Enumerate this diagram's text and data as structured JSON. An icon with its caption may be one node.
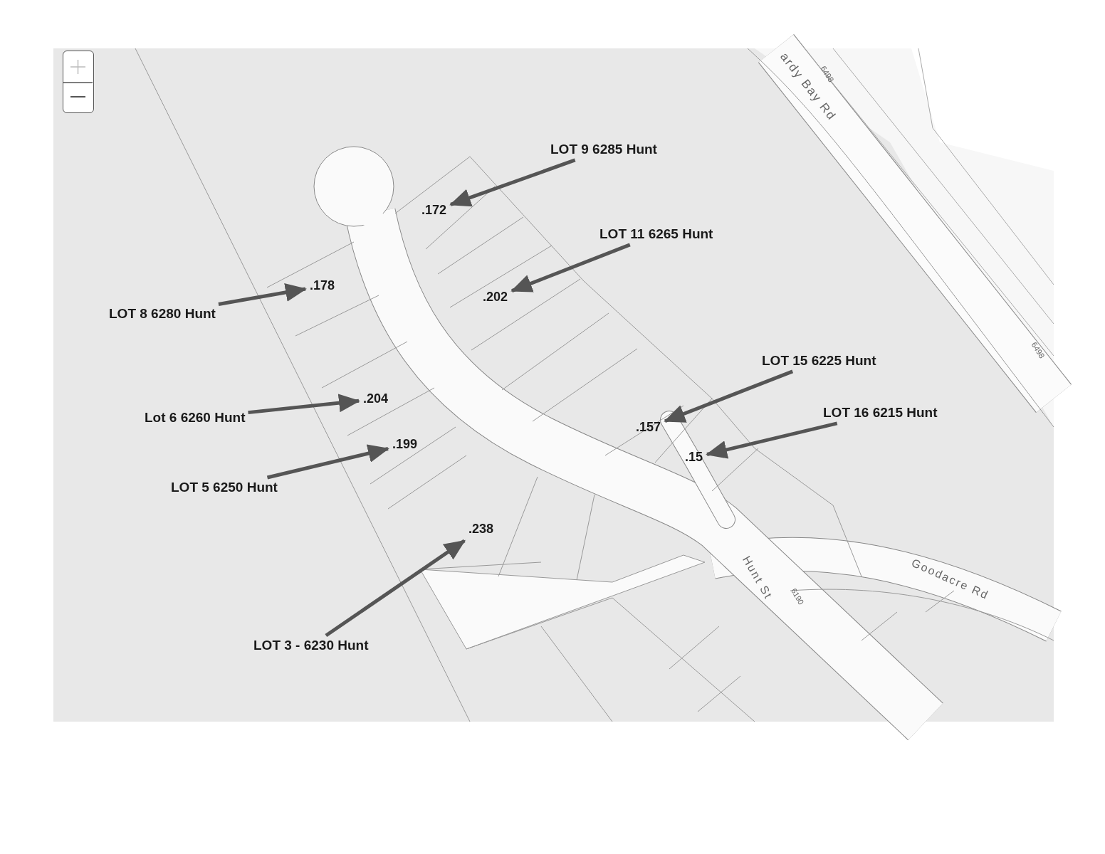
{
  "diagram": {
    "nodes": [
      {
        "text": [
          "LOT 9 6285 Hunt"
        ]
      },
      {
        "text": [
          ".172"
        ]
      },
      {
        "text": [
          "LOT 11 6265 Hunt"
        ]
      },
      {
        "text": [
          ".178"
        ]
      },
      {
        "text": [
          ".202"
        ]
      },
      {
        "text": [
          "LOT 8 6280 Hunt"
        ]
      },
      {
        "text": [
          "LOT 15 6225 Hunt"
        ]
      },
      {
        "text": [
          ".204"
        ]
      },
      {
        "text": [
          "LOT 16 6215 Hunt"
        ]
      },
      {
        "text": [
          "Lot 6 6260 Hunt"
        ]
      },
      {
        "text": [
          ".157"
        ]
      },
      {
        "text": [
          ".199"
        ]
      },
      {
        "text": [
          ".15"
        ]
      },
      {
        "text": [
          "LOT 5 6250 Hunt"
        ]
      },
      {
        "text": [
          ".238"
        ]
      },
      {
        "text": [
          "LOT 3 - 6230 Hunt"
        ]
      }
    ],
    "edges": [
      {
        "from": 0,
        "to": 1,
        "arrow": "to"
      },
      {
        "from": 2,
        "to": 4,
        "arrow": "to"
      },
      {
        "from": 5,
        "to": 3,
        "arrow": "to"
      },
      {
        "from": 6,
        "to": 10,
        "arrow": "to"
      },
      {
        "from": 8,
        "to": 12,
        "arrow": "to"
      },
      {
        "from": 9,
        "to": 7,
        "arrow": "to"
      },
      {
        "from": 13,
        "to": 11,
        "arrow": "to"
      },
      {
        "from": 15,
        "to": 14,
        "arrow": "to"
      }
    ],
    "labels": [
      "ardy Bay Rd",
      "6498",
      "6498",
      "Hunt St",
      "6190",
      "Goodacre Rd"
    ]
  }
}
